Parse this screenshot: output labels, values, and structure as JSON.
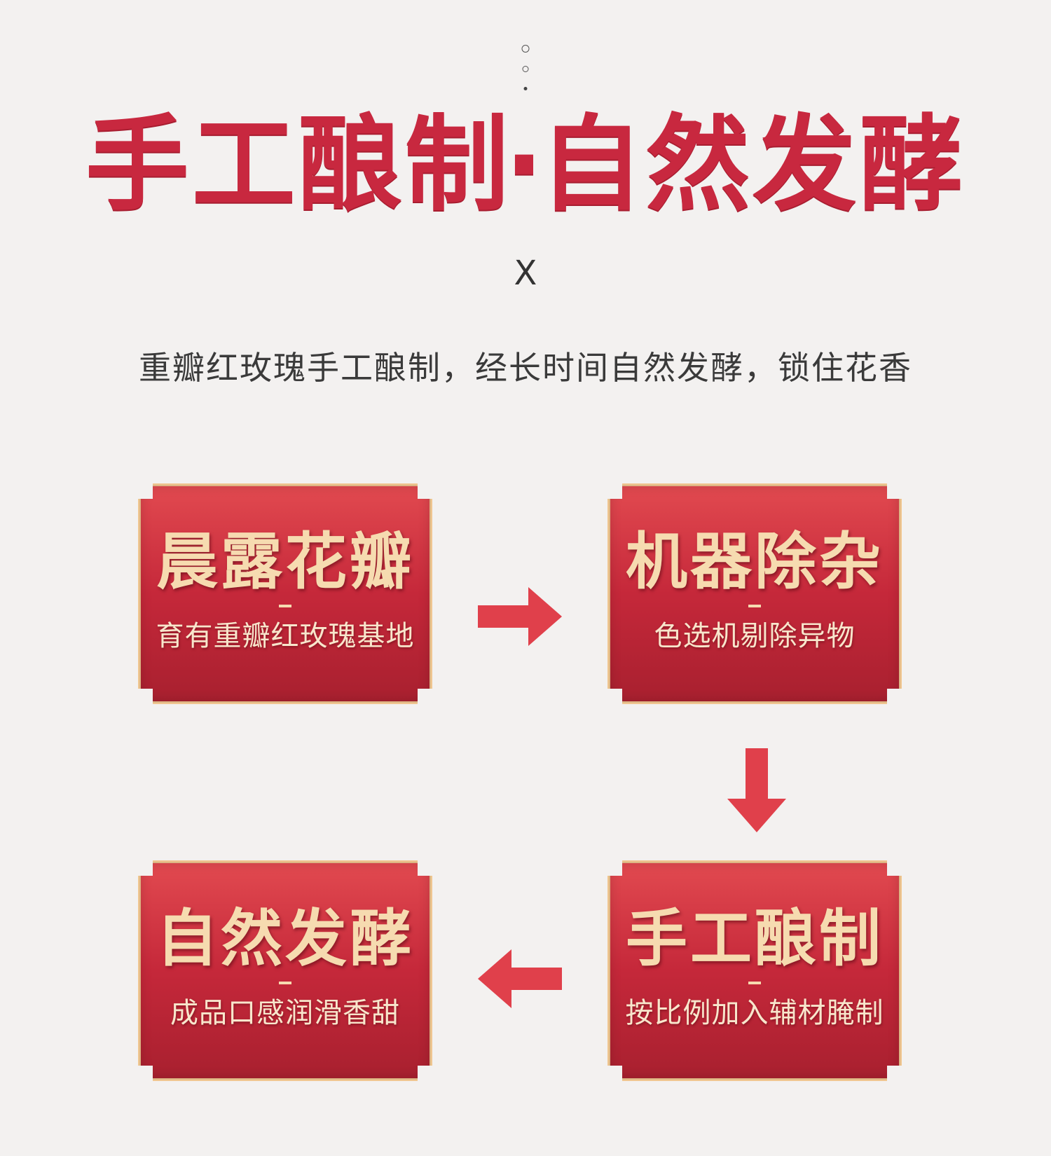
{
  "header": {
    "title_left": "手工酿制",
    "title_sep": "·",
    "title_right": "自然发酵",
    "x_mark": "X",
    "subtitle": "重瓣红玫瑰手工酿制，经长时间自然发酵，锁住花香"
  },
  "steps": [
    {
      "heading": "晨露花瓣",
      "desc": "育有重瓣红玫瑰基地"
    },
    {
      "heading": "机器除杂",
      "desc": "色选机剔除异物"
    },
    {
      "heading": "手工酿制",
      "desc": "按比例加入辅材腌制"
    },
    {
      "heading": "自然发酵",
      "desc": "成品口感润滑香甜"
    }
  ],
  "colors": {
    "accent_red": "#c8283f",
    "card_gold": "#f6dbb0",
    "arrow_red": "#e0404b"
  },
  "icons": {
    "arrow_right": "arrow-right-icon",
    "arrow_down": "arrow-down-icon",
    "arrow_left": "arrow-left-icon"
  }
}
